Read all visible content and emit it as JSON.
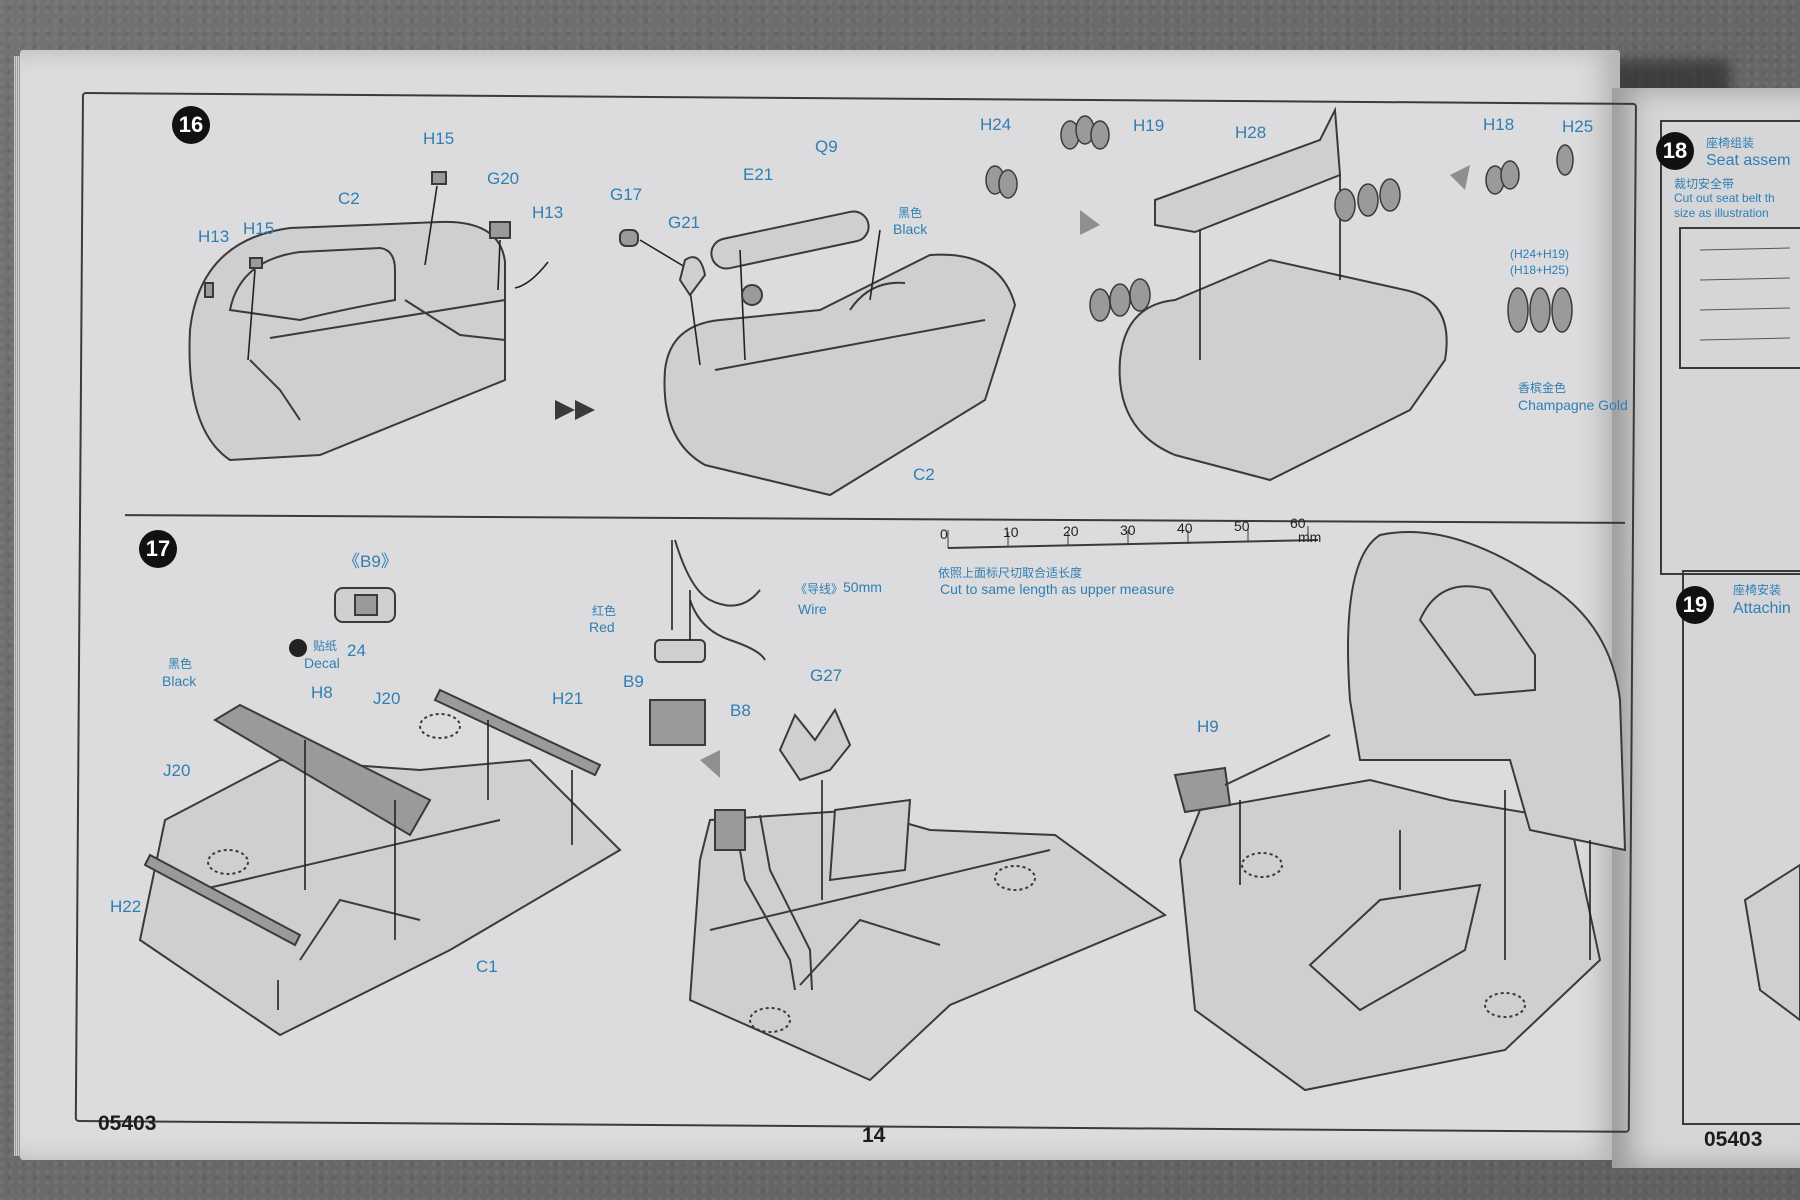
{
  "page": {
    "code_left": "05403",
    "page_number": "14",
    "code_right": "05403"
  },
  "step16": {
    "number": "16",
    "labels": {
      "h15_a": "H15",
      "g20": "G20",
      "c2_a": "C2",
      "h13_a": "H13",
      "h15_b": "H15",
      "h13_b": "H13",
      "g17": "G17",
      "g21": "G21",
      "e21": "E21",
      "q9": "Q9",
      "black_cn": "黑色",
      "black": "Black",
      "c2_b": "C2",
      "h24": "H24",
      "h19": "H19",
      "h28": "H28",
      "h18": "H18",
      "h25": "H25",
      "group_a": "(H24+H19)",
      "group_b": "(H18+H25)",
      "champagne_cn": "香槟金色",
      "champagne": "Champagne Gold"
    }
  },
  "step17": {
    "number": "17",
    "labels": {
      "b9_ref": "《B9》",
      "decal_cn": "贴纸",
      "decal": "Decal",
      "decal_num": "24",
      "black_cn": "黑色",
      "black": "Black",
      "h8": "H8",
      "j20_a": "J20",
      "h21": "H21",
      "j20_b": "J20",
      "h22": "H22",
      "c1": "C1",
      "red_cn": "红色",
      "red": "Red",
      "wire_cn": "《导线》",
      "wire_len": "50mm",
      "wire": "Wire",
      "b9": "B9",
      "b8": "B8",
      "g27": "G27",
      "h9": "H9"
    },
    "ruler": {
      "ticks": [
        "0",
        "10",
        "20",
        "30",
        "40",
        "50",
        "60"
      ],
      "unit": "mm",
      "note_cn": "依照上面标尺切取合适长度",
      "note": "Cut to same length as upper measure"
    }
  },
  "step18": {
    "number": "18",
    "title_cn": "座椅组装",
    "title": "Seat assem",
    "note_cn": "裁切安全带",
    "note_1": "Cut out seat belt th",
    "note_2": "size as illustration"
  },
  "step19": {
    "number": "19",
    "title_cn": "座椅安装",
    "title": "Attachin"
  }
}
